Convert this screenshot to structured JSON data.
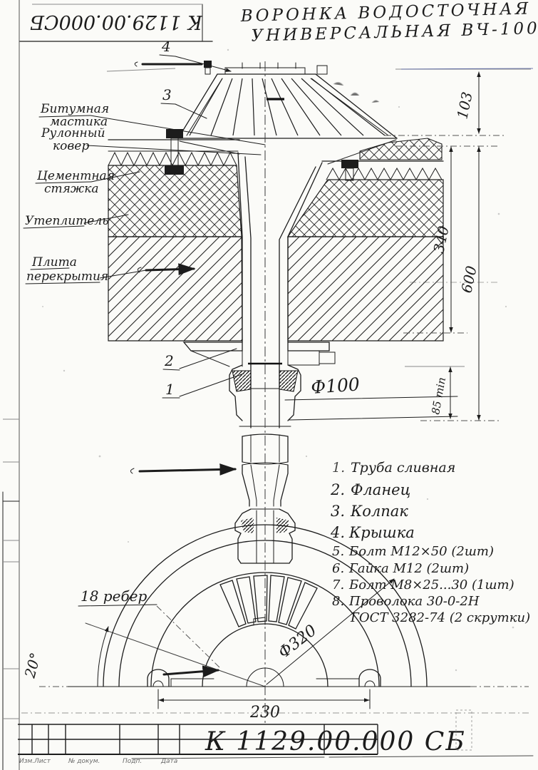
{
  "stamp": {
    "number": "К 1129.00.000СБ"
  },
  "header": {
    "title_line1": "ВОРОНКА ВОДОСТОЧНАЯ",
    "title_line2": "УНИВЕРСАЛЬНАЯ ВЧ-100"
  },
  "materials": {
    "bitumen1": "Битумная",
    "bitumen2": "мастика",
    "carpet1": "Рулонный",
    "carpet2": "ковер",
    "screed1": "Цементная",
    "screed2": "стяжка",
    "insulation": "Утеплитель",
    "slab1": "Плита",
    "slab2": "перекрытия"
  },
  "callouts": {
    "n1": "1",
    "n2": "2",
    "n3": "3",
    "n4": "4"
  },
  "dimensions": {
    "height_cap": "103",
    "height_mid": "340",
    "height_total": "600",
    "depth_min": "85 min",
    "pipe_dia": "Ф100",
    "plan_dia": "Ф320",
    "plan_width": "230",
    "plan_angle": "20°",
    "ribs_note": "18 ребер"
  },
  "parts": [
    {
      "num": "1.",
      "name": "Труба сливная"
    },
    {
      "num": "2.",
      "name": "Фланец"
    },
    {
      "num": "3.",
      "name": "Колпак"
    },
    {
      "num": "4.",
      "name": "Крышка"
    },
    {
      "num": "5.",
      "name": "Болт М12×50 (2шт)"
    },
    {
      "num": "6.",
      "name": "Гайка М12   (2шт)"
    },
    {
      "num": "7.",
      "name": "Болт М8×25...30 (1шт)"
    },
    {
      "num": "8.",
      "name": "Проволока 30-0-2Н"
    },
    {
      "num": "",
      "name": "ГОСТ 3282-74 (2 скрутки)"
    }
  ],
  "title_block": {
    "doc_number": "К 1129.00.000 СБ",
    "col_labels": [
      "Изм.",
      "Лист",
      "№ докум.",
      "Подп.",
      "Дата"
    ]
  },
  "colors": {
    "ink": "#1c1c1c",
    "faint": "#8a8a8a",
    "blue_pen": "#46559a",
    "paper": "#fbfbf8"
  }
}
